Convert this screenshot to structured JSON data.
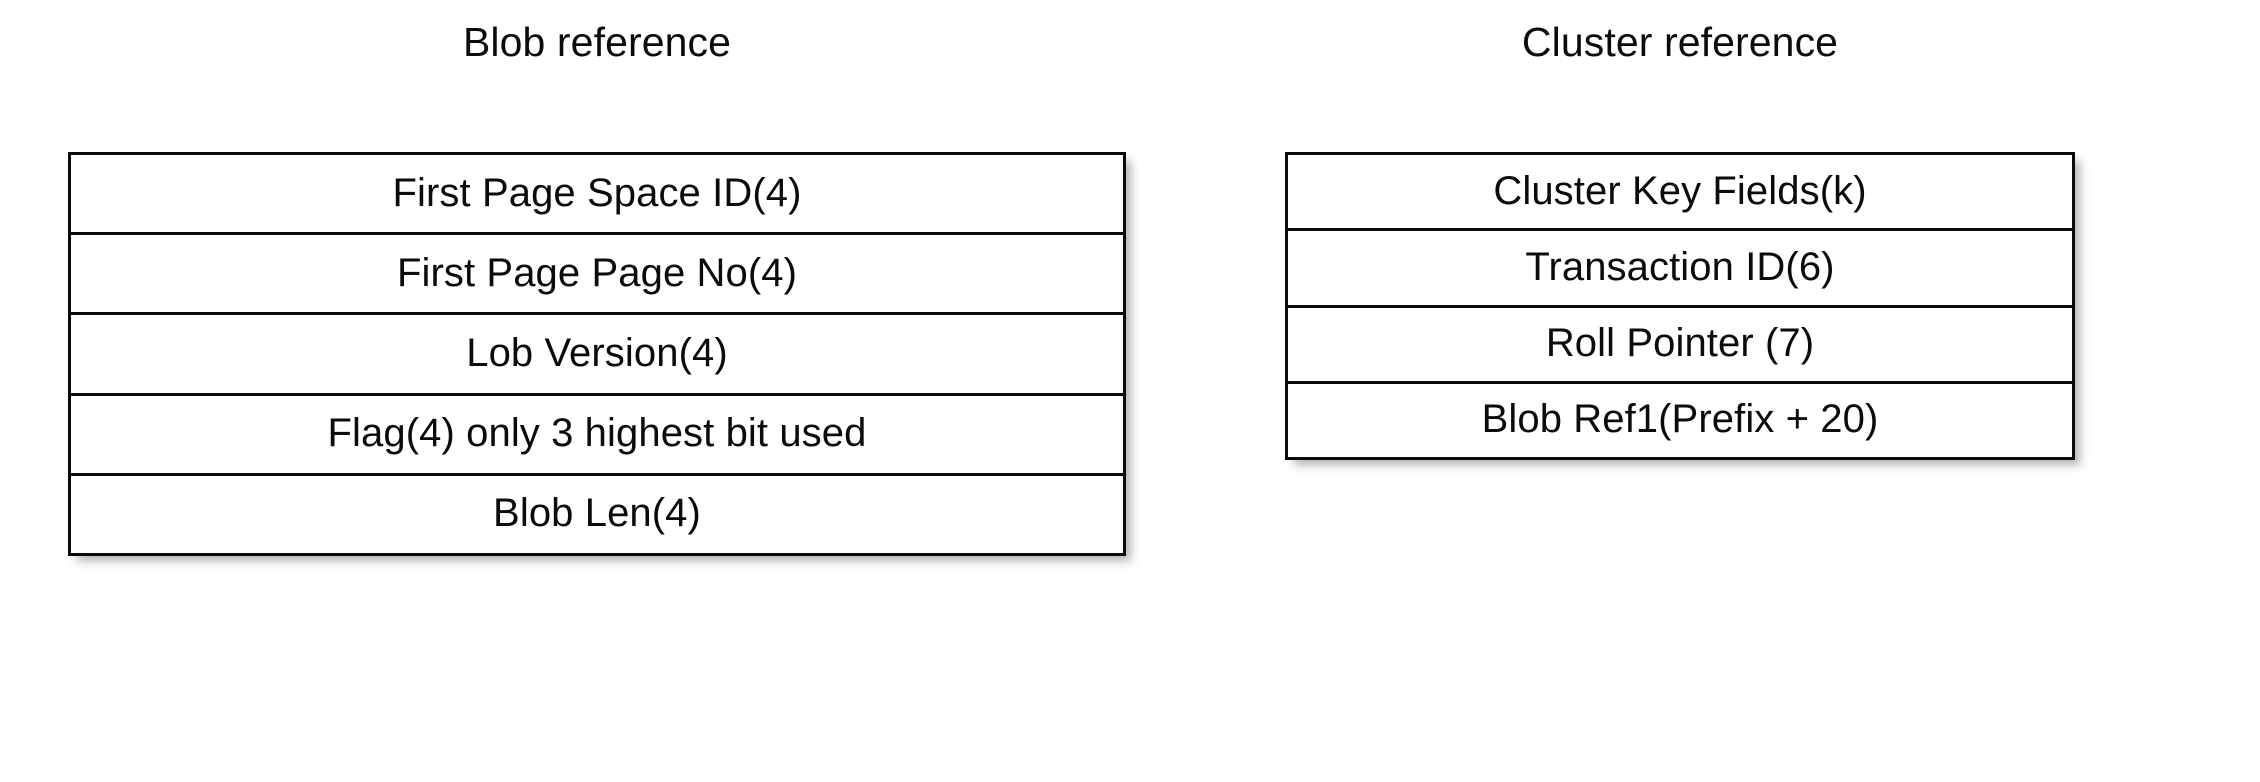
{
  "page": {
    "background_color": "#ffffff",
    "text_color": "#0b0b0b",
    "border_color": "#0a0a0a"
  },
  "diagrams": [
    {
      "id": "blob-reference",
      "title": "Blob reference",
      "rows": [
        {
          "label": "First Page Space ID(4)"
        },
        {
          "label": "First Page Page No(4)"
        },
        {
          "label": "Lob Version(4)"
        },
        {
          "label": "Flag(4) only 3 highest bit used"
        },
        {
          "label": "Blob Len(4)"
        }
      ]
    },
    {
      "id": "cluster-reference",
      "title": "Cluster reference",
      "rows": [
        {
          "label": "Cluster Key Fields(k)"
        },
        {
          "label": "Transaction ID(6)"
        },
        {
          "label": "Roll Pointer (7)"
        },
        {
          "label": "Blob Ref1(Prefix + 20)"
        }
      ]
    }
  ]
}
